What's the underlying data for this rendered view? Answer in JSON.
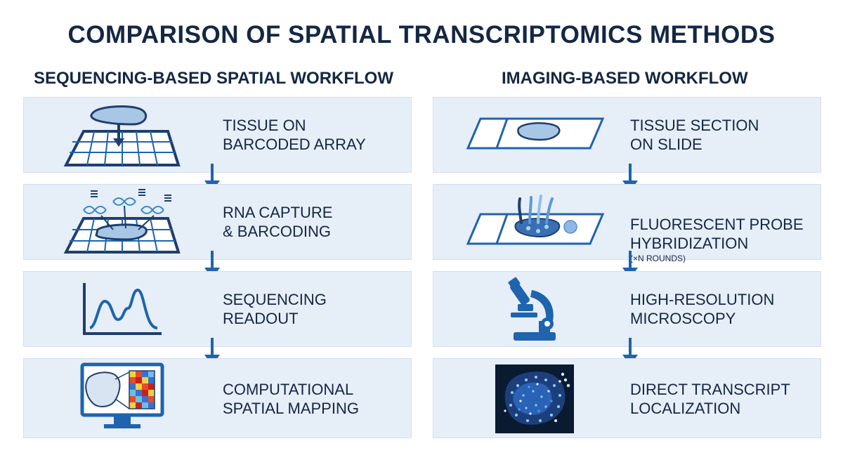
{
  "title": "COMPARISON OF SPATIAL TRANSCRIPTOMICS METHODS",
  "left": {
    "heading": "SEQUENCING-BASED SPATIAL WORKFLOW",
    "steps": [
      {
        "label": "TISSUE ON\nBARCODED ARRAY",
        "icon": "tissue-on-array-icon"
      },
      {
        "label": "RNA CAPTURE\n& BARCODING",
        "icon": "rna-capture-icon"
      },
      {
        "label": "SEQUENCING\nREADOUT",
        "icon": "sequencing-chart-icon"
      },
      {
        "label": "COMPUTATIONAL\nSPATIAL MAPPING",
        "icon": "monitor-heatmap-icon"
      }
    ]
  },
  "right": {
    "heading": "IMAGING-BASED WORKFLOW",
    "steps": [
      {
        "label": "TISSUE SECTION\nON SLIDE",
        "icon": "slide-icon"
      },
      {
        "label": "FLUORESCENT PROBE\nHYBRIDIZATION",
        "note": "(×N ROUNDS)",
        "icon": "probe-slide-icon"
      },
      {
        "label": "HIGH-RESOLUTION\nMICROSCOPY",
        "icon": "microscope-icon"
      },
      {
        "label": "DIRECT TRANSCRIPT\nLOCALIZATION",
        "icon": "fluorescent-image-icon"
      }
    ]
  },
  "colors": {
    "accent": "#1e64ae",
    "panel": "#e6eef8",
    "text": "#142744"
  }
}
